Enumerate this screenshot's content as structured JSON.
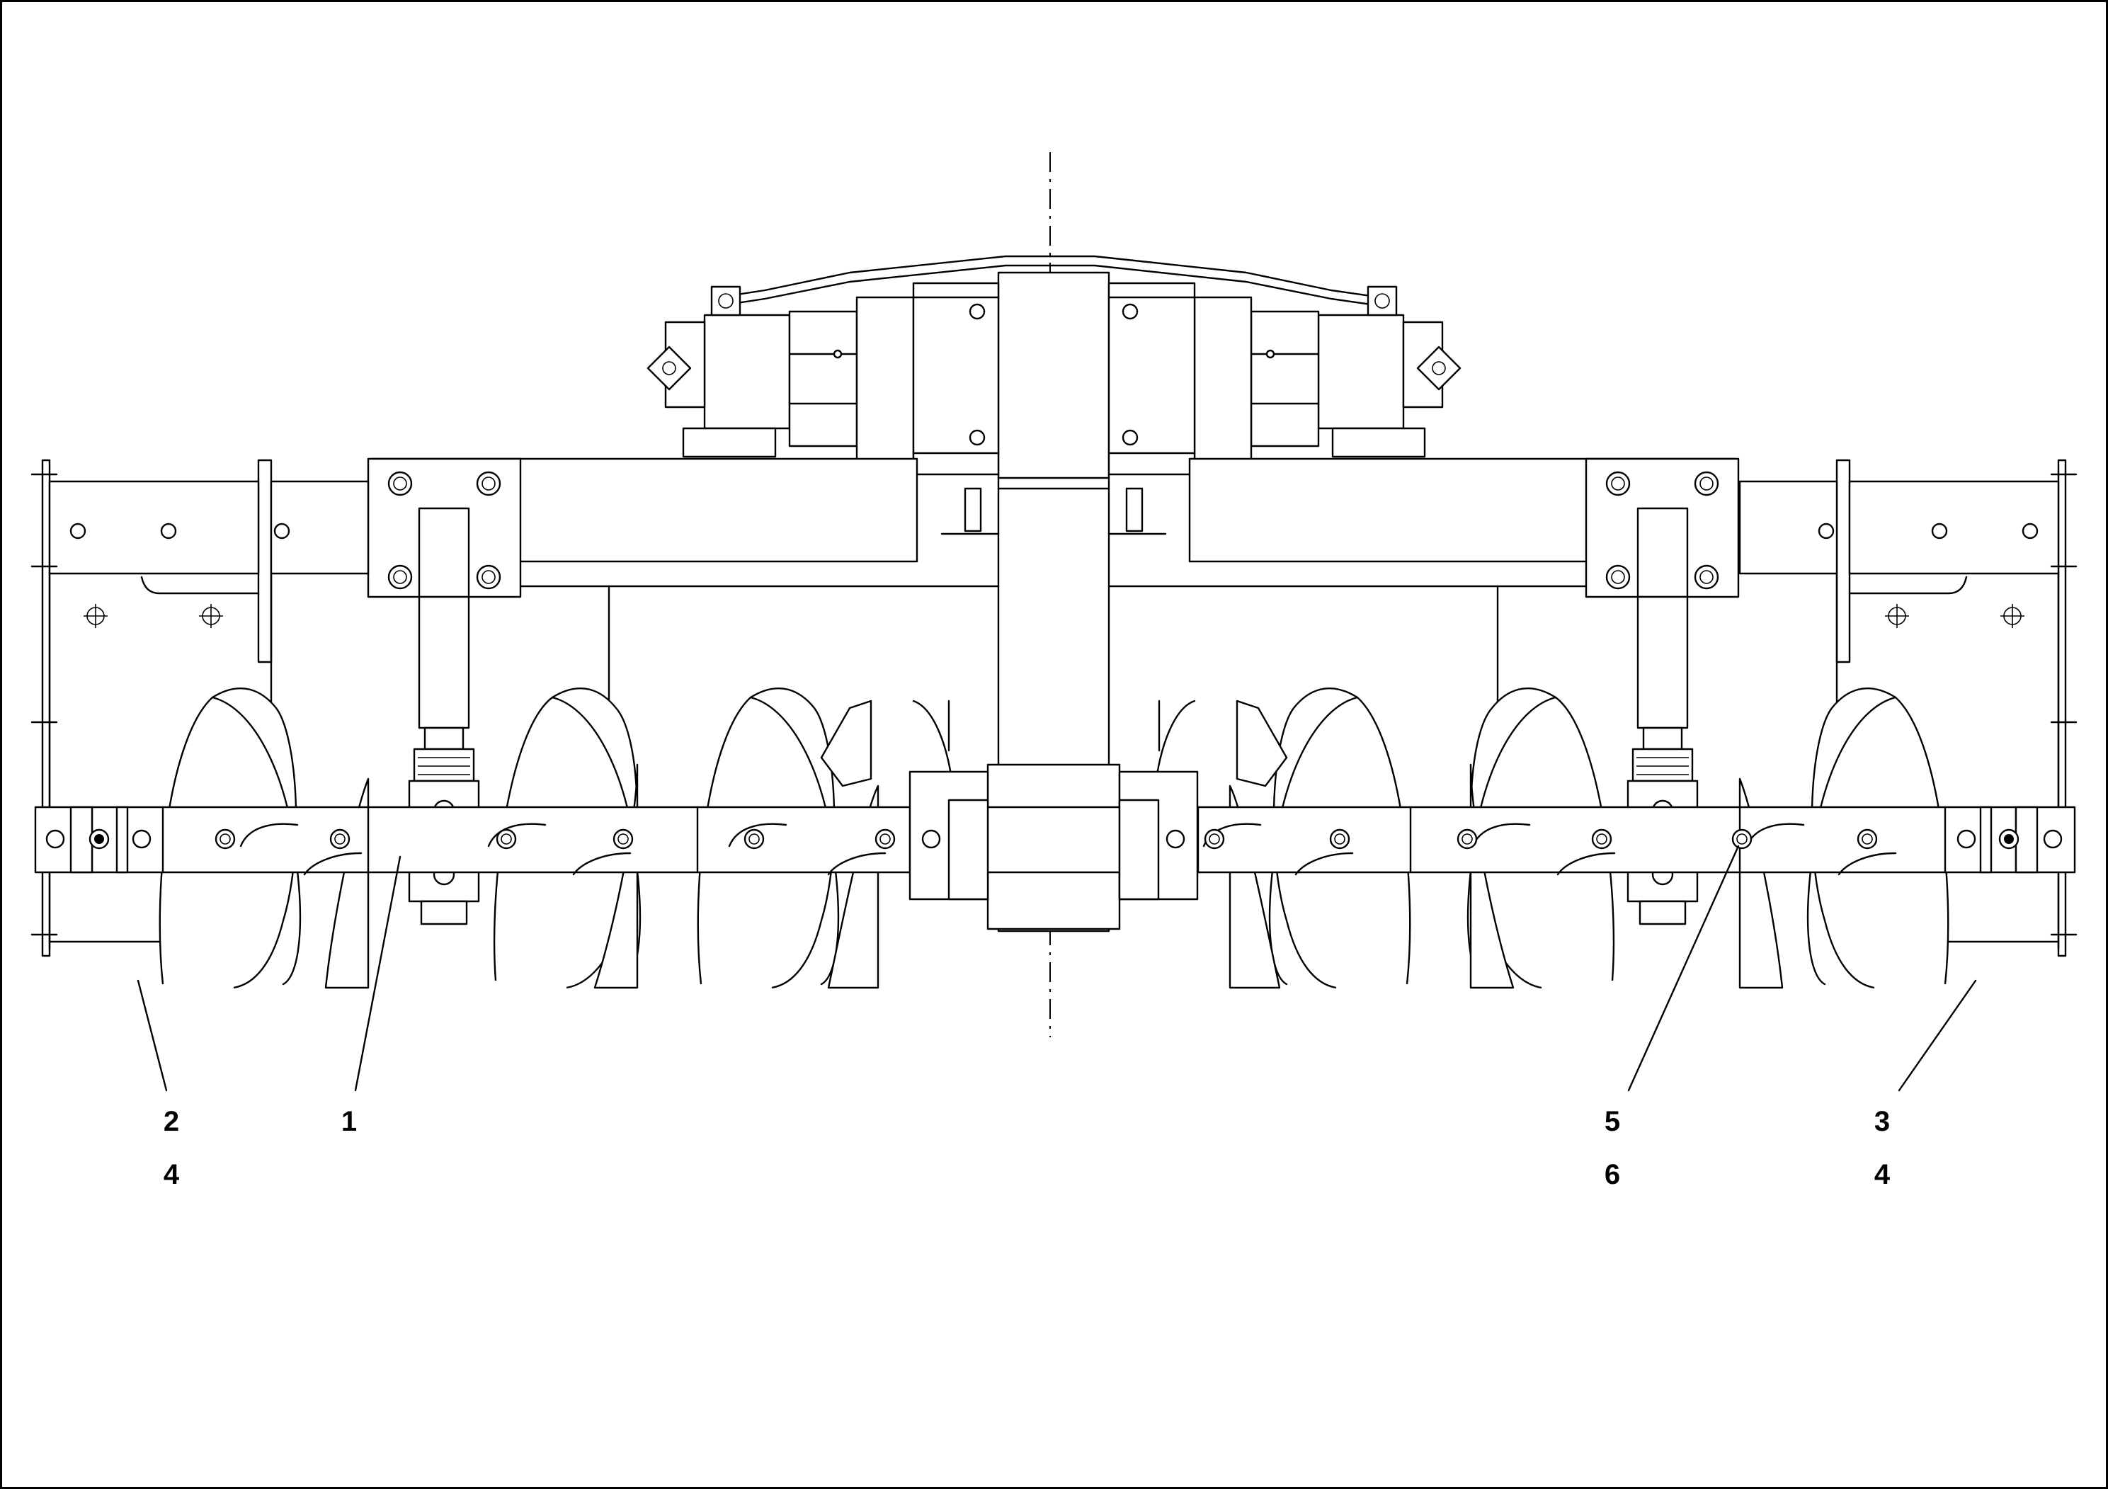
{
  "figure": {
    "callouts": [
      {
        "id": "c2",
        "label": "2",
        "sub": "4"
      },
      {
        "id": "c1",
        "label": "1",
        "sub": ""
      },
      {
        "id": "c5",
        "label": "5",
        "sub": "6"
      },
      {
        "id": "c3",
        "label": "3",
        "sub": "4"
      }
    ]
  },
  "colors": {
    "line": "#000000",
    "background": "#ffffff"
  }
}
